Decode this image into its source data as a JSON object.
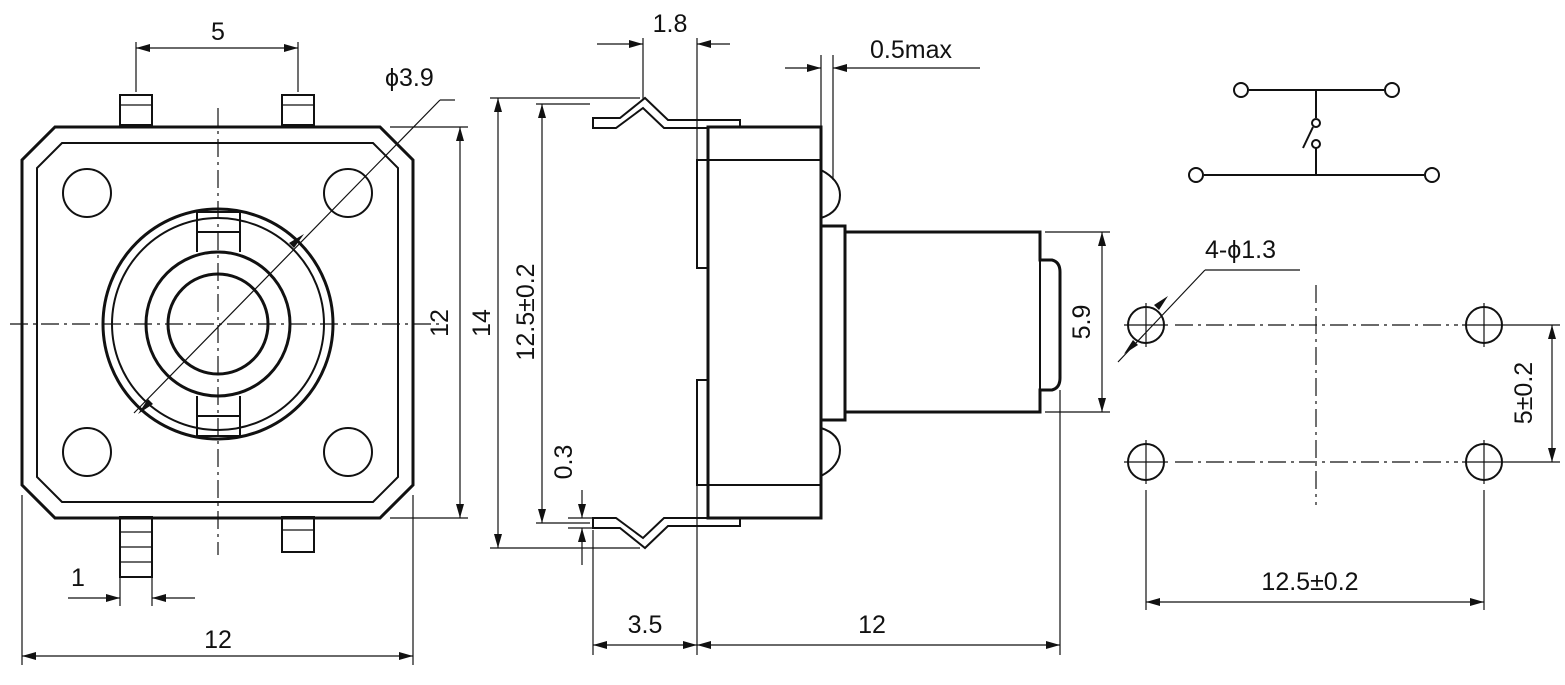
{
  "diagram": {
    "top_view": {
      "dim_pin_pitch": "5",
      "dim_button_dia": "ϕ3.9",
      "dim_body_height": "12",
      "dim_body_width": "12",
      "dim_pin_width": "1"
    },
    "side_view": {
      "dim_pin_offset": "1.8",
      "dim_max": "0.5max",
      "dim_overall": "14",
      "dim_pin_span": "12.5±0.2",
      "dim_pin_thick": "0.3",
      "dim_lead": "3.5",
      "dim_body_length": "12",
      "dim_actuator": "5.9"
    },
    "pcb_layout": {
      "dim_holes": "4-ϕ1.3",
      "dim_vertical_pitch": "5±0.2",
      "dim_horizontal_pitch": "12.5±0.2"
    }
  }
}
